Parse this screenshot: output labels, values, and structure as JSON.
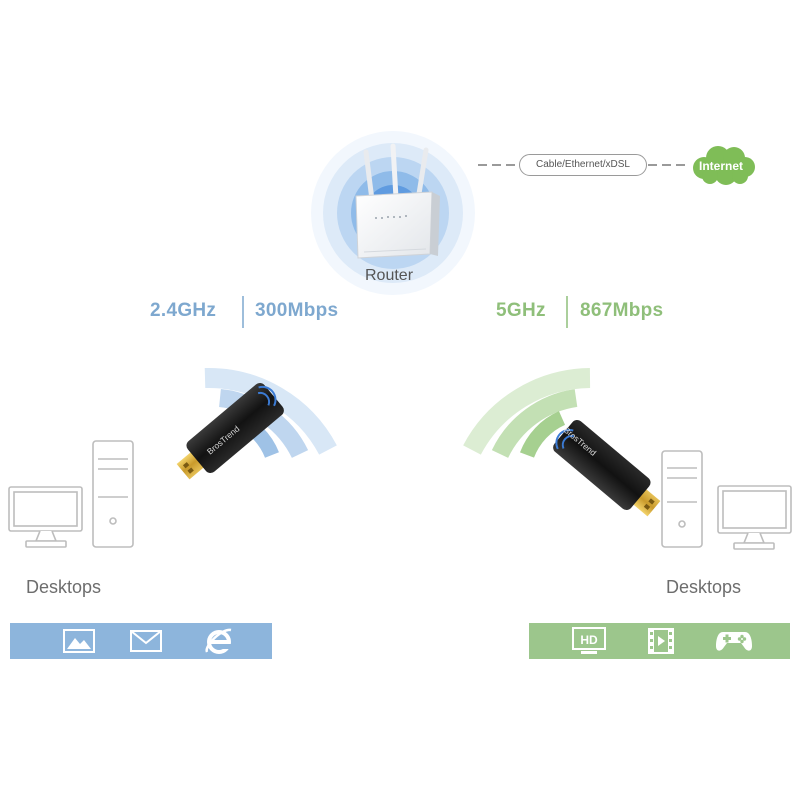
{
  "router": {
    "label": "Router"
  },
  "connection": {
    "pill_label": "Cable/Ethernet/xDSL",
    "cloud_label": "Internet"
  },
  "left": {
    "band": "2.4GHz",
    "speed": "300Mbps",
    "adapter_brand": "BrosTrend",
    "device_label": "Desktops",
    "icons": [
      "photo-icon",
      "mail-icon",
      "browser-icon"
    ],
    "color": "#7ea8cf",
    "bar_color": "#8db5dc"
  },
  "right": {
    "band": "5GHz",
    "speed": "867Mbps",
    "adapter_brand": "BrosTrend",
    "device_label": "Desktops",
    "icons": [
      "hd-icon",
      "video-icon",
      "gamepad-icon"
    ],
    "hd_text": "HD",
    "color": "#8fbf7a",
    "bar_color": "#9cc68c"
  }
}
